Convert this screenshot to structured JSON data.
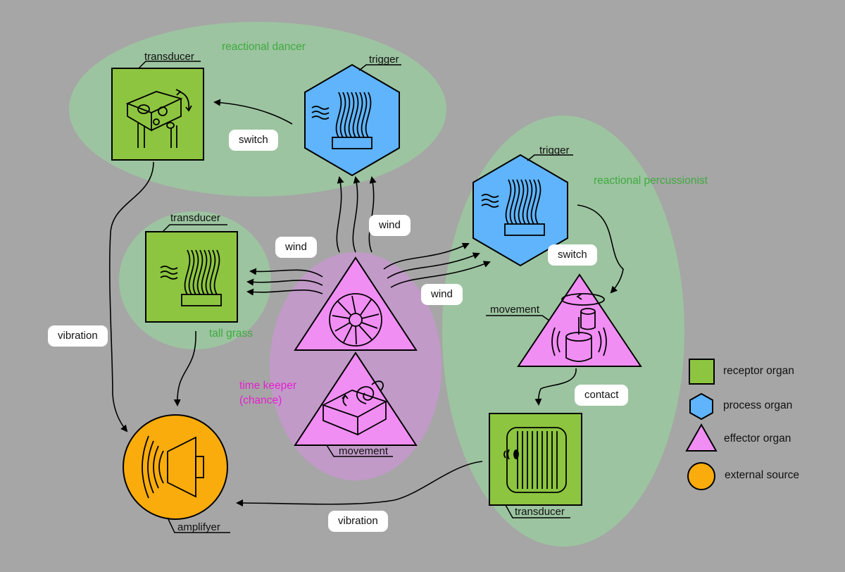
{
  "colors": {
    "background": "#a6a6a6",
    "group_green": "#9cc4a0",
    "group_purple": "#c19ac8",
    "receptor": "#8dc540",
    "process": "#5fb4fb",
    "effector": "#f18ef4",
    "external": "#f9ac0c",
    "group_label_green": "#3faa3f",
    "group_label_magenta": "#e61fd0"
  },
  "groups": {
    "dancer": "reactional dancer",
    "percussionist": "reactional percussionist",
    "grass": "tall grass",
    "timekeeper_line1": "time keeper",
    "timekeeper_line2": "(chance)"
  },
  "nodes": {
    "dancer_transducer": "transducer",
    "dancer_trigger": "trigger",
    "grass_transducer": "transducer",
    "perc_trigger": "trigger",
    "perc_movement": "movement",
    "perc_transducer": "transducer",
    "tk_movement": "movement",
    "amplifier": "amplifyer"
  },
  "edge_labels": {
    "switch_dancer": "switch",
    "wind_up": "wind",
    "wind_left": "wind",
    "wind_right": "wind",
    "switch_perc": "switch",
    "contact": "contact",
    "vibration_left": "vibration",
    "vibration_bottom": "vibration"
  },
  "legend": [
    {
      "shape": "square",
      "label": "receptor organ",
      "color": "#8dc540"
    },
    {
      "shape": "hexagon",
      "label": "process organ",
      "color": "#5fb4fb"
    },
    {
      "shape": "triangle",
      "label": "effector organ",
      "color": "#f18ef4"
    },
    {
      "shape": "circle",
      "label": "external source",
      "color": "#f9ac0c"
    }
  ]
}
